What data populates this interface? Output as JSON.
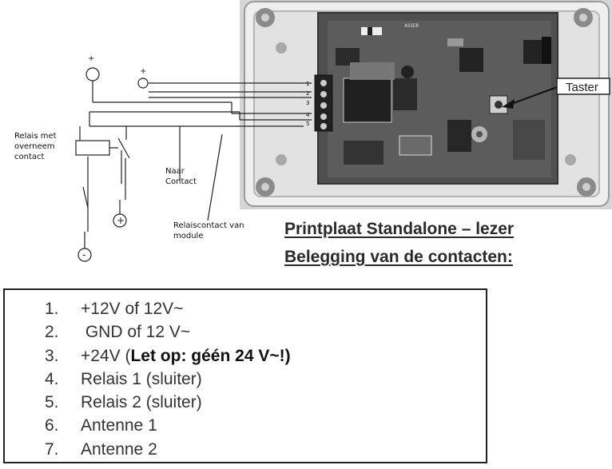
{
  "labels": {
    "relais": "Relais met overneem contact",
    "naar_contact": "Naar Contact",
    "relaiscontact": "Relaiscontact van module",
    "taster": "Taster",
    "plus_top_left": "+",
    "plus_top_right": "+",
    "minus_bottom": "-",
    "plus_bottom": "+"
  },
  "connector_pins": [
    "1",
    "2",
    "3",
    "4",
    "5"
  ],
  "title": {
    "line1": "Printplaat Standalone – lezer",
    "line2": "Belegging van de contacten:"
  },
  "pinout": [
    {
      "num": "1.",
      "text": "+12V of 12V~",
      "bold": ""
    },
    {
      "num": "2.",
      "text": " GND of 12 V~",
      "bold": ""
    },
    {
      "num": "3.",
      "text": "+24V (",
      "bold": "Let op: géén 24 V~!)"
    },
    {
      "num": "4.",
      "text": "Relais 1 (sluiter)",
      "bold": ""
    },
    {
      "num": "5.",
      "text": "Relais 2 (sluiter)",
      "bold": ""
    },
    {
      "num": "6.",
      "text": "Antenne 1",
      "bold": ""
    },
    {
      "num": "7.",
      "text": "Antenne 2",
      "bold": ""
    }
  ]
}
